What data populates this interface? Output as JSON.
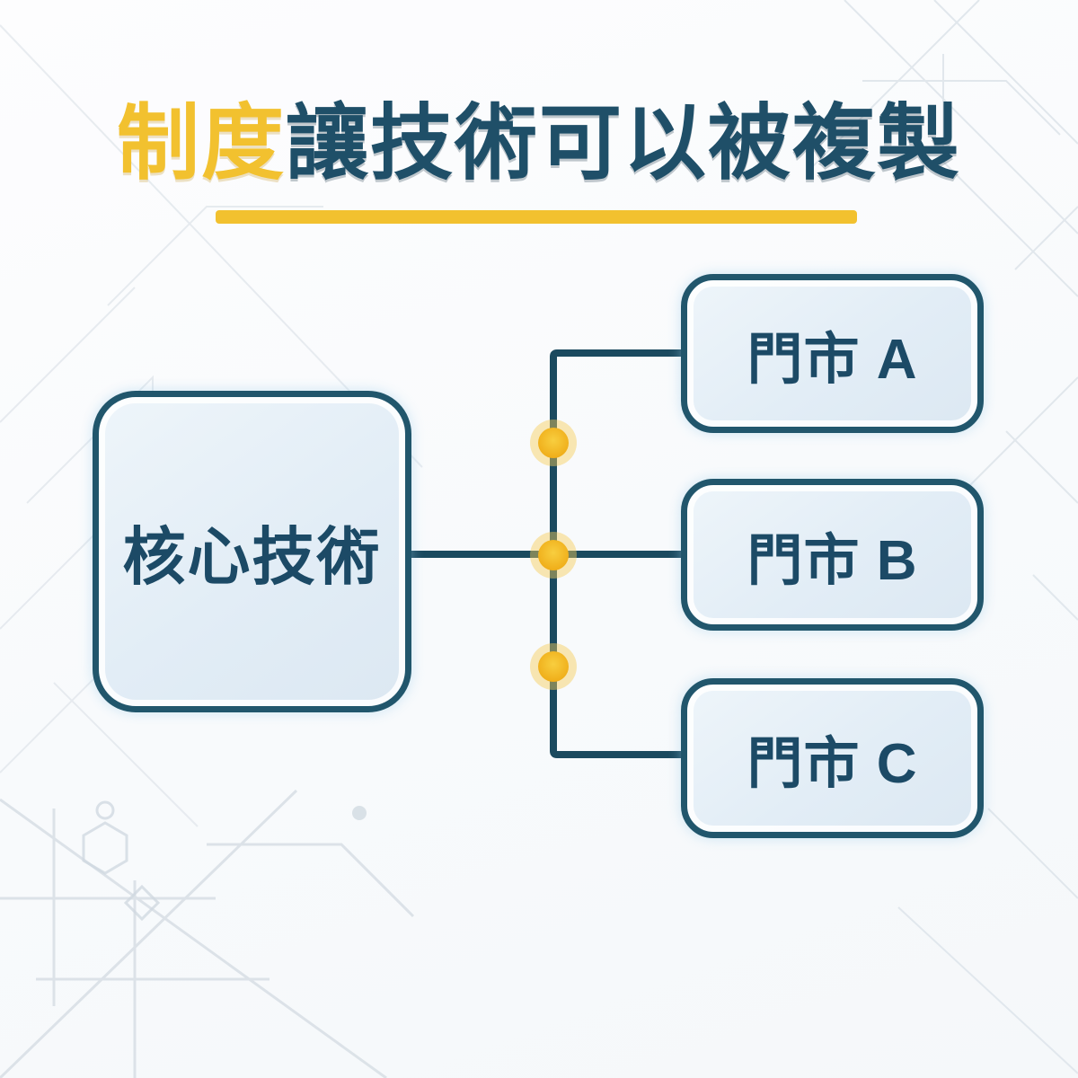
{
  "title": {
    "highlight": "制度",
    "rest": "讓技術可以被複製",
    "highlight_color": "#F2C12F",
    "text_color": "#1F4F68",
    "underline_color": "#F2C12F"
  },
  "diagram": {
    "root": {
      "label": "核心技術"
    },
    "children": [
      {
        "label": "門市 A"
      },
      {
        "label": "門市 B"
      },
      {
        "label": "門市 C"
      }
    ],
    "line_color": "#1B4A5F",
    "node_border_color": "#21566C",
    "node_fill_color": "#E2EDF6",
    "node_text_color": "#1C4A66",
    "dot_color": "#F4BD27",
    "dot_halo_color": "#F7CD57"
  }
}
